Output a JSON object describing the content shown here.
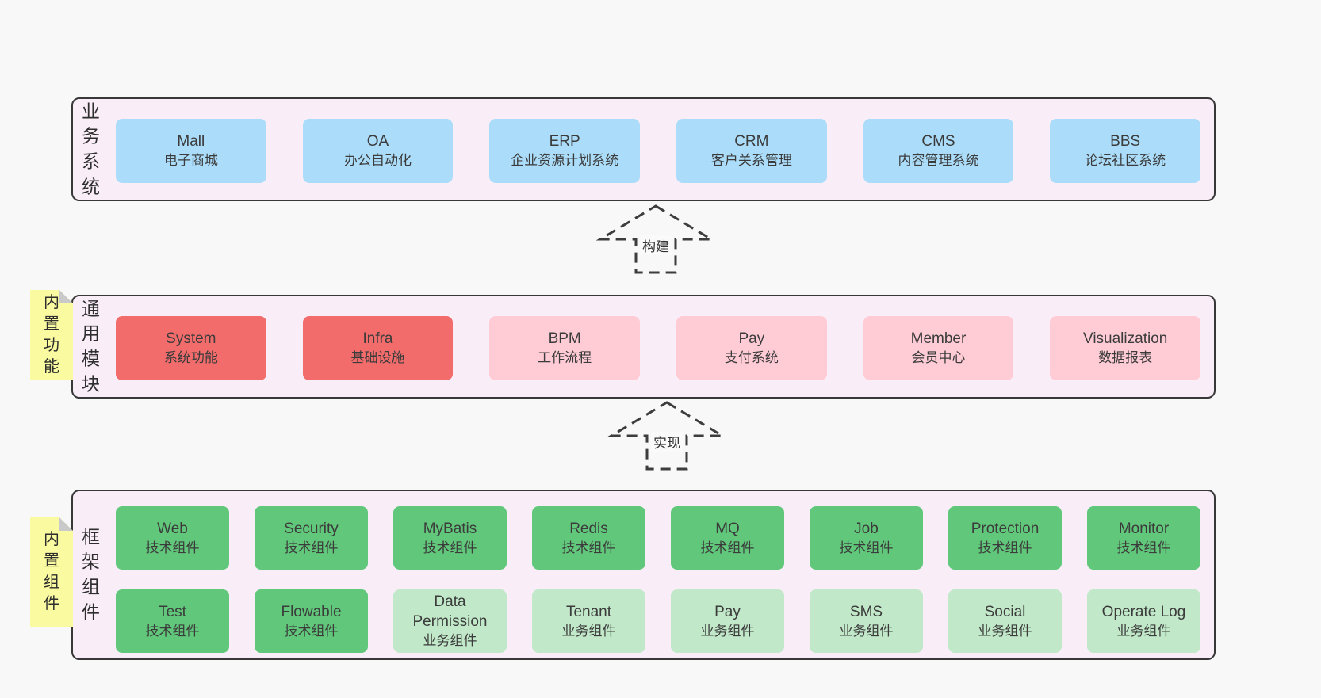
{
  "colors": {
    "page_bg": "#f8f8f8",
    "section_bg": "#f9eef8",
    "section_border": "#383838",
    "blue": "#abddfa",
    "red": "#f26c6c",
    "pink": "#ffccd6",
    "green": "#61c87b",
    "light_green": "#c1e8c8",
    "note_yellow": "#fafaa0",
    "note_fold": "#c9c9c9",
    "text": "#3b3b3b"
  },
  "arrows": [
    {
      "label": "构建"
    },
    {
      "label": "实现"
    }
  ],
  "sections": [
    {
      "label": "业务系统",
      "boxes": [
        {
          "name": "Mall",
          "subtitle": "电子商城",
          "variant": "blue"
        },
        {
          "name": "OA",
          "subtitle": "办公自动化",
          "variant": "blue"
        },
        {
          "name": "ERP",
          "subtitle": "企业资源计划系统",
          "variant": "blue"
        },
        {
          "name": "CRM",
          "subtitle": "客户关系管理",
          "variant": "blue"
        },
        {
          "name": "CMS",
          "subtitle": "内容管理系统",
          "variant": "blue"
        },
        {
          "name": "BBS",
          "subtitle": "论坛社区系统",
          "variant": "blue"
        }
      ]
    },
    {
      "label": "通用模块",
      "note": "内置功能",
      "boxes": [
        {
          "name": "System",
          "subtitle": "系统功能",
          "variant": "red"
        },
        {
          "name": "Infra",
          "subtitle": "基础设施",
          "variant": "red"
        },
        {
          "name": "BPM",
          "subtitle": "工作流程",
          "variant": "pink"
        },
        {
          "name": "Pay",
          "subtitle": "支付系统",
          "variant": "pink"
        },
        {
          "name": "Member",
          "subtitle": "会员中心",
          "variant": "pink"
        },
        {
          "name": "Visualization",
          "subtitle": "数据报表",
          "variant": "pink"
        }
      ]
    },
    {
      "label": "框架组件",
      "note": "内置组件",
      "rows": [
        [
          {
            "name": "Web",
            "subtitle": "技术组件",
            "variant": "green"
          },
          {
            "name": "Security",
            "subtitle": "技术组件",
            "variant": "green"
          },
          {
            "name": "MyBatis",
            "subtitle": "技术组件",
            "variant": "green"
          },
          {
            "name": "Redis",
            "subtitle": "技术组件",
            "variant": "green"
          },
          {
            "name": "MQ",
            "subtitle": "技术组件",
            "variant": "green"
          },
          {
            "name": "Job",
            "subtitle": "技术组件",
            "variant": "green"
          },
          {
            "name": "Protection",
            "subtitle": "技术组件",
            "variant": "green"
          },
          {
            "name": "Monitor",
            "subtitle": "技术组件",
            "variant": "green"
          }
        ],
        [
          {
            "name": "Test",
            "subtitle": "技术组件",
            "variant": "green"
          },
          {
            "name": "Flowable",
            "subtitle": "技术组件",
            "variant": "green"
          },
          {
            "name": "Data Permission",
            "subtitle": "业务组件",
            "variant": "light_green"
          },
          {
            "name": "Tenant",
            "subtitle": "业务组件",
            "variant": "light_green"
          },
          {
            "name": "Pay",
            "subtitle": "业务组件",
            "variant": "light_green"
          },
          {
            "name": "SMS",
            "subtitle": "业务组件",
            "variant": "light_green"
          },
          {
            "name": "Social",
            "subtitle": "业务组件",
            "variant": "light_green"
          },
          {
            "name": "Operate Log",
            "subtitle": "业务组件",
            "variant": "light_green"
          }
        ]
      ]
    }
  ]
}
